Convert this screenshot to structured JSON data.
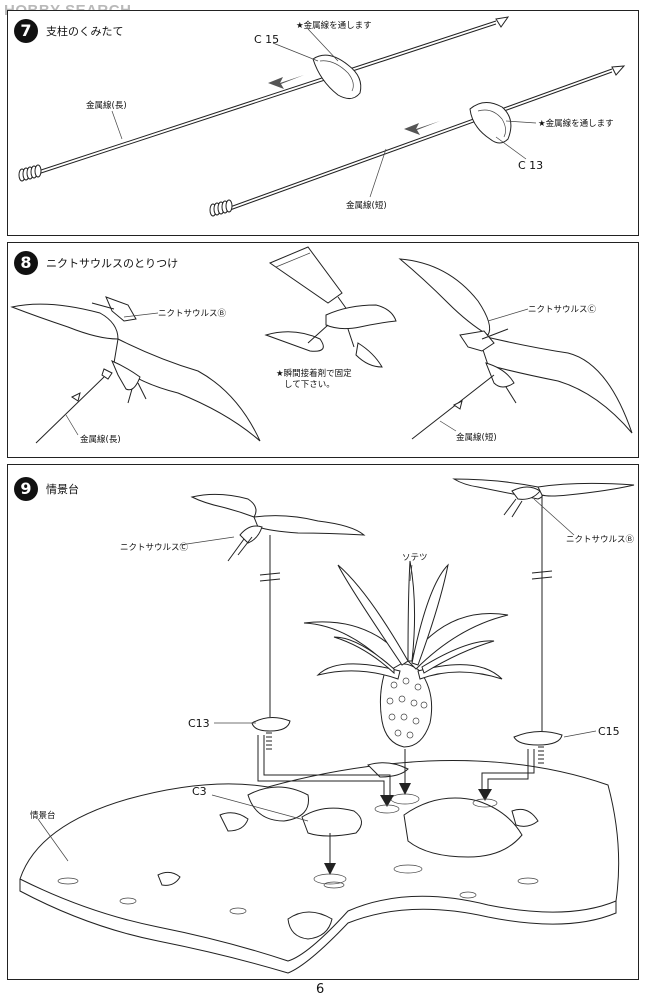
{
  "watermark": "HOBBY SEARCH",
  "page_number": "6",
  "steps": [
    {
      "number": "7",
      "title": "支柱のくみたて",
      "labels": {
        "c15": "C 15",
        "note_top": "★金属線を通します",
        "note_right": "★金属線を通します",
        "wire_long": "金属線(長)",
        "c13": "C 13",
        "wire_short": "金属線(短)"
      }
    },
    {
      "number": "8",
      "title": "ニクトサウルスのとりつけ",
      "labels": {
        "nyctosaurus_b": "ニクトサウルスⒷ",
        "nyctosaurus_c": "ニクトサウルスⒸ",
        "glue_note_1": "★瞬間接着剤で固定",
        "glue_note_2": "して下さい。",
        "wire_long": "金属線(長)",
        "wire_short": "金属線(短)"
      }
    },
    {
      "number": "9",
      "title": "情景台",
      "labels": {
        "nyctosaurus_c": "ニクトサウルスⒸ",
        "nyctosaurus_b": "ニクトサウルスⒷ",
        "cycad": "ソテツ",
        "c13": "C13",
        "c15": "C15",
        "c3": "C3",
        "base": "情景台"
      }
    }
  ],
  "colors": {
    "line": "#222222",
    "watermark": "#b9b9b9",
    "arrow": "#555555"
  }
}
